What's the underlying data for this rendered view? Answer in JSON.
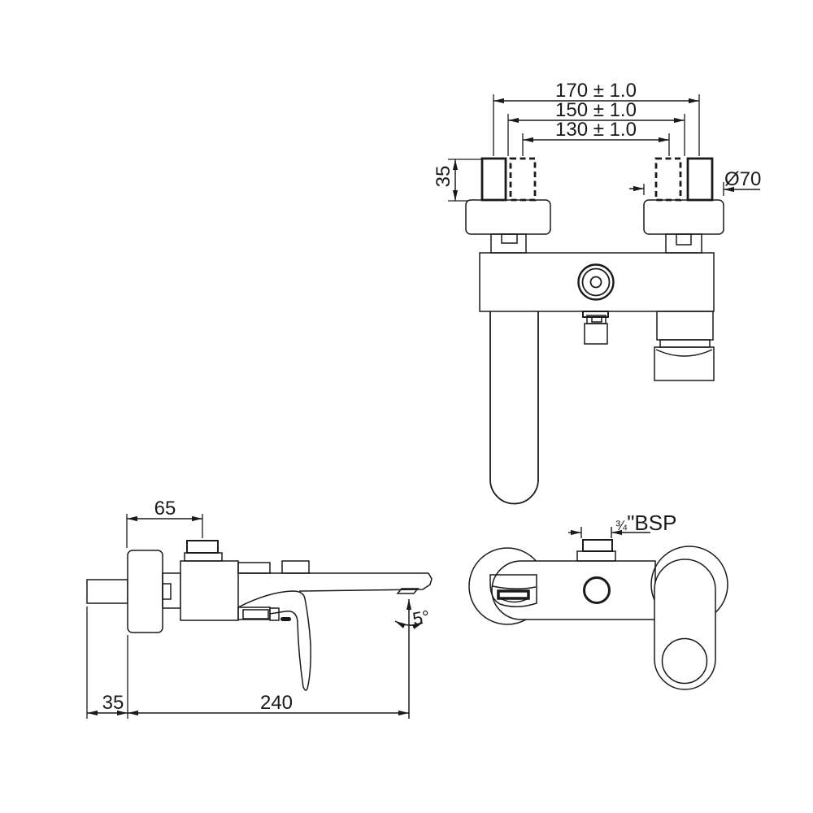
{
  "page": {
    "background": "#ffffff",
    "line_color": "#1a1a1a",
    "description": "Technical installation drawing of wall-mounted bath mixer with spout"
  },
  "front_view": {
    "dim_170": "170 ± 1.0",
    "dim_150": "150 ± 1.0",
    "dim_130": "130 ± 1.0",
    "dim_35": "35",
    "dim_dia70": "Ø70"
  },
  "side_view": {
    "dim_65": "65",
    "dim_35": "35",
    "dim_240": "240",
    "dim_angle": "5°"
  },
  "plan_view": {
    "bsp_fraction": "¾",
    "bsp_suffix": "\"BSP"
  }
}
